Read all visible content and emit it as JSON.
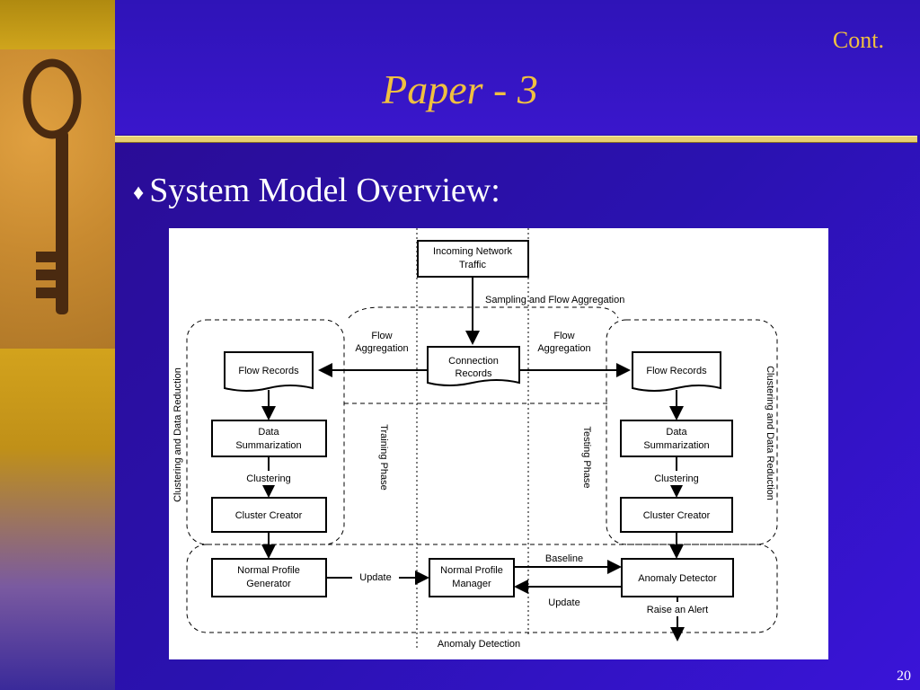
{
  "slide": {
    "cont_label": "Cont.",
    "title": "Paper - 3",
    "bullet": "System Model Overview:",
    "page_number": "20"
  },
  "diagram": {
    "incoming_traffic": [
      "Incoming Network",
      "Traffic"
    ],
    "sampling_label": "Sampling and Flow Aggregation",
    "flow_aggregation_left": [
      "Flow",
      "Aggregation"
    ],
    "flow_aggregation_right": [
      "Flow",
      "Aggregation"
    ],
    "connection_records": [
      "Connection",
      "Records"
    ],
    "flow_records_left": "Flow Records",
    "flow_records_right": "Flow Records",
    "data_summarization_left": [
      "Data",
      "Summarization"
    ],
    "data_summarization_right": [
      "Data",
      "Summarization"
    ],
    "clustering_left": "Clustering",
    "clustering_right": "Clustering",
    "cluster_creator_left": "Cluster Creator",
    "cluster_creator_right": "Cluster Creator",
    "training_phase": "Training Phase",
    "testing_phase": "Testing Phase",
    "clustering_reduction_left": "Clustering and Data Reduction",
    "clustering_reduction_right": "Clustering and Data Reduction",
    "normal_profile_generator": [
      "Normal Profile",
      "Generator"
    ],
    "normal_profile_manager": [
      "Normal Profile",
      "Manager"
    ],
    "anomaly_detector": "Anomaly Detector",
    "update_left": "Update",
    "baseline": "Baseline",
    "update_right": "Update",
    "raise_alert": "Raise an Alert",
    "anomaly_detection": "Anomaly Detection"
  }
}
